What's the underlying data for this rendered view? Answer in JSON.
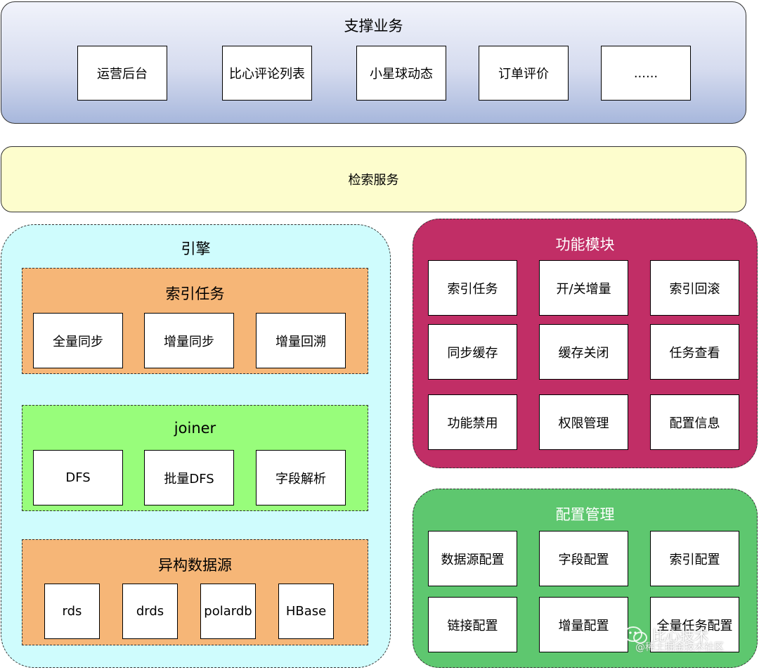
{
  "support": {
    "title": "支撑业务",
    "items": [
      "运营后台",
      "比心评论列表",
      "小星球动态",
      "订单评价",
      "......"
    ]
  },
  "search": {
    "title": "检索服务"
  },
  "engine": {
    "title": "引擎",
    "index_task": {
      "title": "索引任务",
      "items": [
        "全量同步",
        "增量同步",
        "增量回溯"
      ]
    },
    "joiner": {
      "title": "joiner",
      "items": [
        "DFS",
        "批量DFS",
        "字段解析"
      ]
    },
    "hetero": {
      "title": "异构数据源",
      "items": [
        "rds",
        "drds",
        "polardb",
        "HBase"
      ]
    }
  },
  "func": {
    "title": "功能模块",
    "items": [
      "索引任务",
      "开/关增量",
      "索引回滚",
      "同步缓存",
      "缓存关闭",
      "任务查看",
      "功能禁用",
      "权限管理",
      "配置信息"
    ]
  },
  "config": {
    "title": "配置管理",
    "items": [
      "数据源配置",
      "字段配置",
      "索引配置",
      "链接配置",
      "增量配置",
      "全量任务配置"
    ]
  },
  "watermark": {
    "main": "比心技术",
    "sub": "@稀土掘金技术社区"
  },
  "colors": {
    "support_bg": "#d6dcef",
    "search_bg": "#fdfdcd",
    "engine_bg": "#cffcfd",
    "orange": "#f6b677",
    "green": "#98fd7b",
    "func_bg": "#c12e66",
    "config_bg": "#5ec76f"
  }
}
